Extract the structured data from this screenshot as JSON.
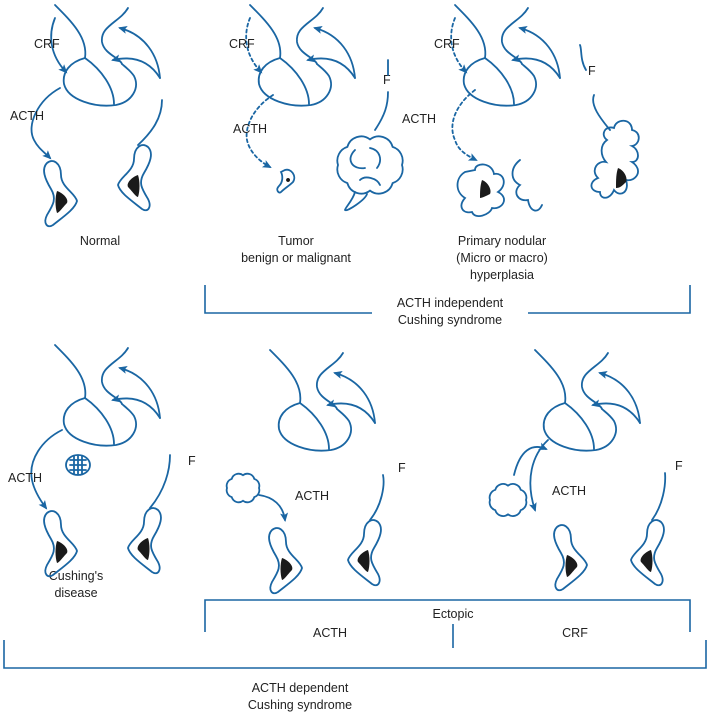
{
  "colors": {
    "line": "#1a66a3",
    "text": "#222222",
    "medulla": "#1a1a1a"
  },
  "hormones": {
    "crf": "CRF",
    "acth": "ACTH",
    "cortisol": "F"
  },
  "panels": [
    {
      "id": "normal",
      "label_lines": [
        "Normal"
      ]
    },
    {
      "id": "tumor",
      "label_lines": [
        "Tumor",
        "benign or malignant"
      ]
    },
    {
      "id": "nodular",
      "label_lines": [
        "Primary nodular",
        "(Micro or macro)",
        "hyperplasia"
      ]
    },
    {
      "id": "cushings-disease",
      "label_lines": [
        "Cushing's",
        "disease"
      ]
    },
    {
      "id": "ectopic-acth",
      "label_lines": []
    },
    {
      "id": "ectopic-crf",
      "label_lines": []
    }
  ],
  "groups": {
    "acth_independent": [
      "ACTH independent",
      "Cushing syndrome"
    ],
    "ectopic": "Ectopic",
    "ectopic_acth": "ACTH",
    "ectopic_crf": "CRF",
    "acth_dependent": [
      "ACTH dependent",
      "Cushing syndrome"
    ]
  }
}
